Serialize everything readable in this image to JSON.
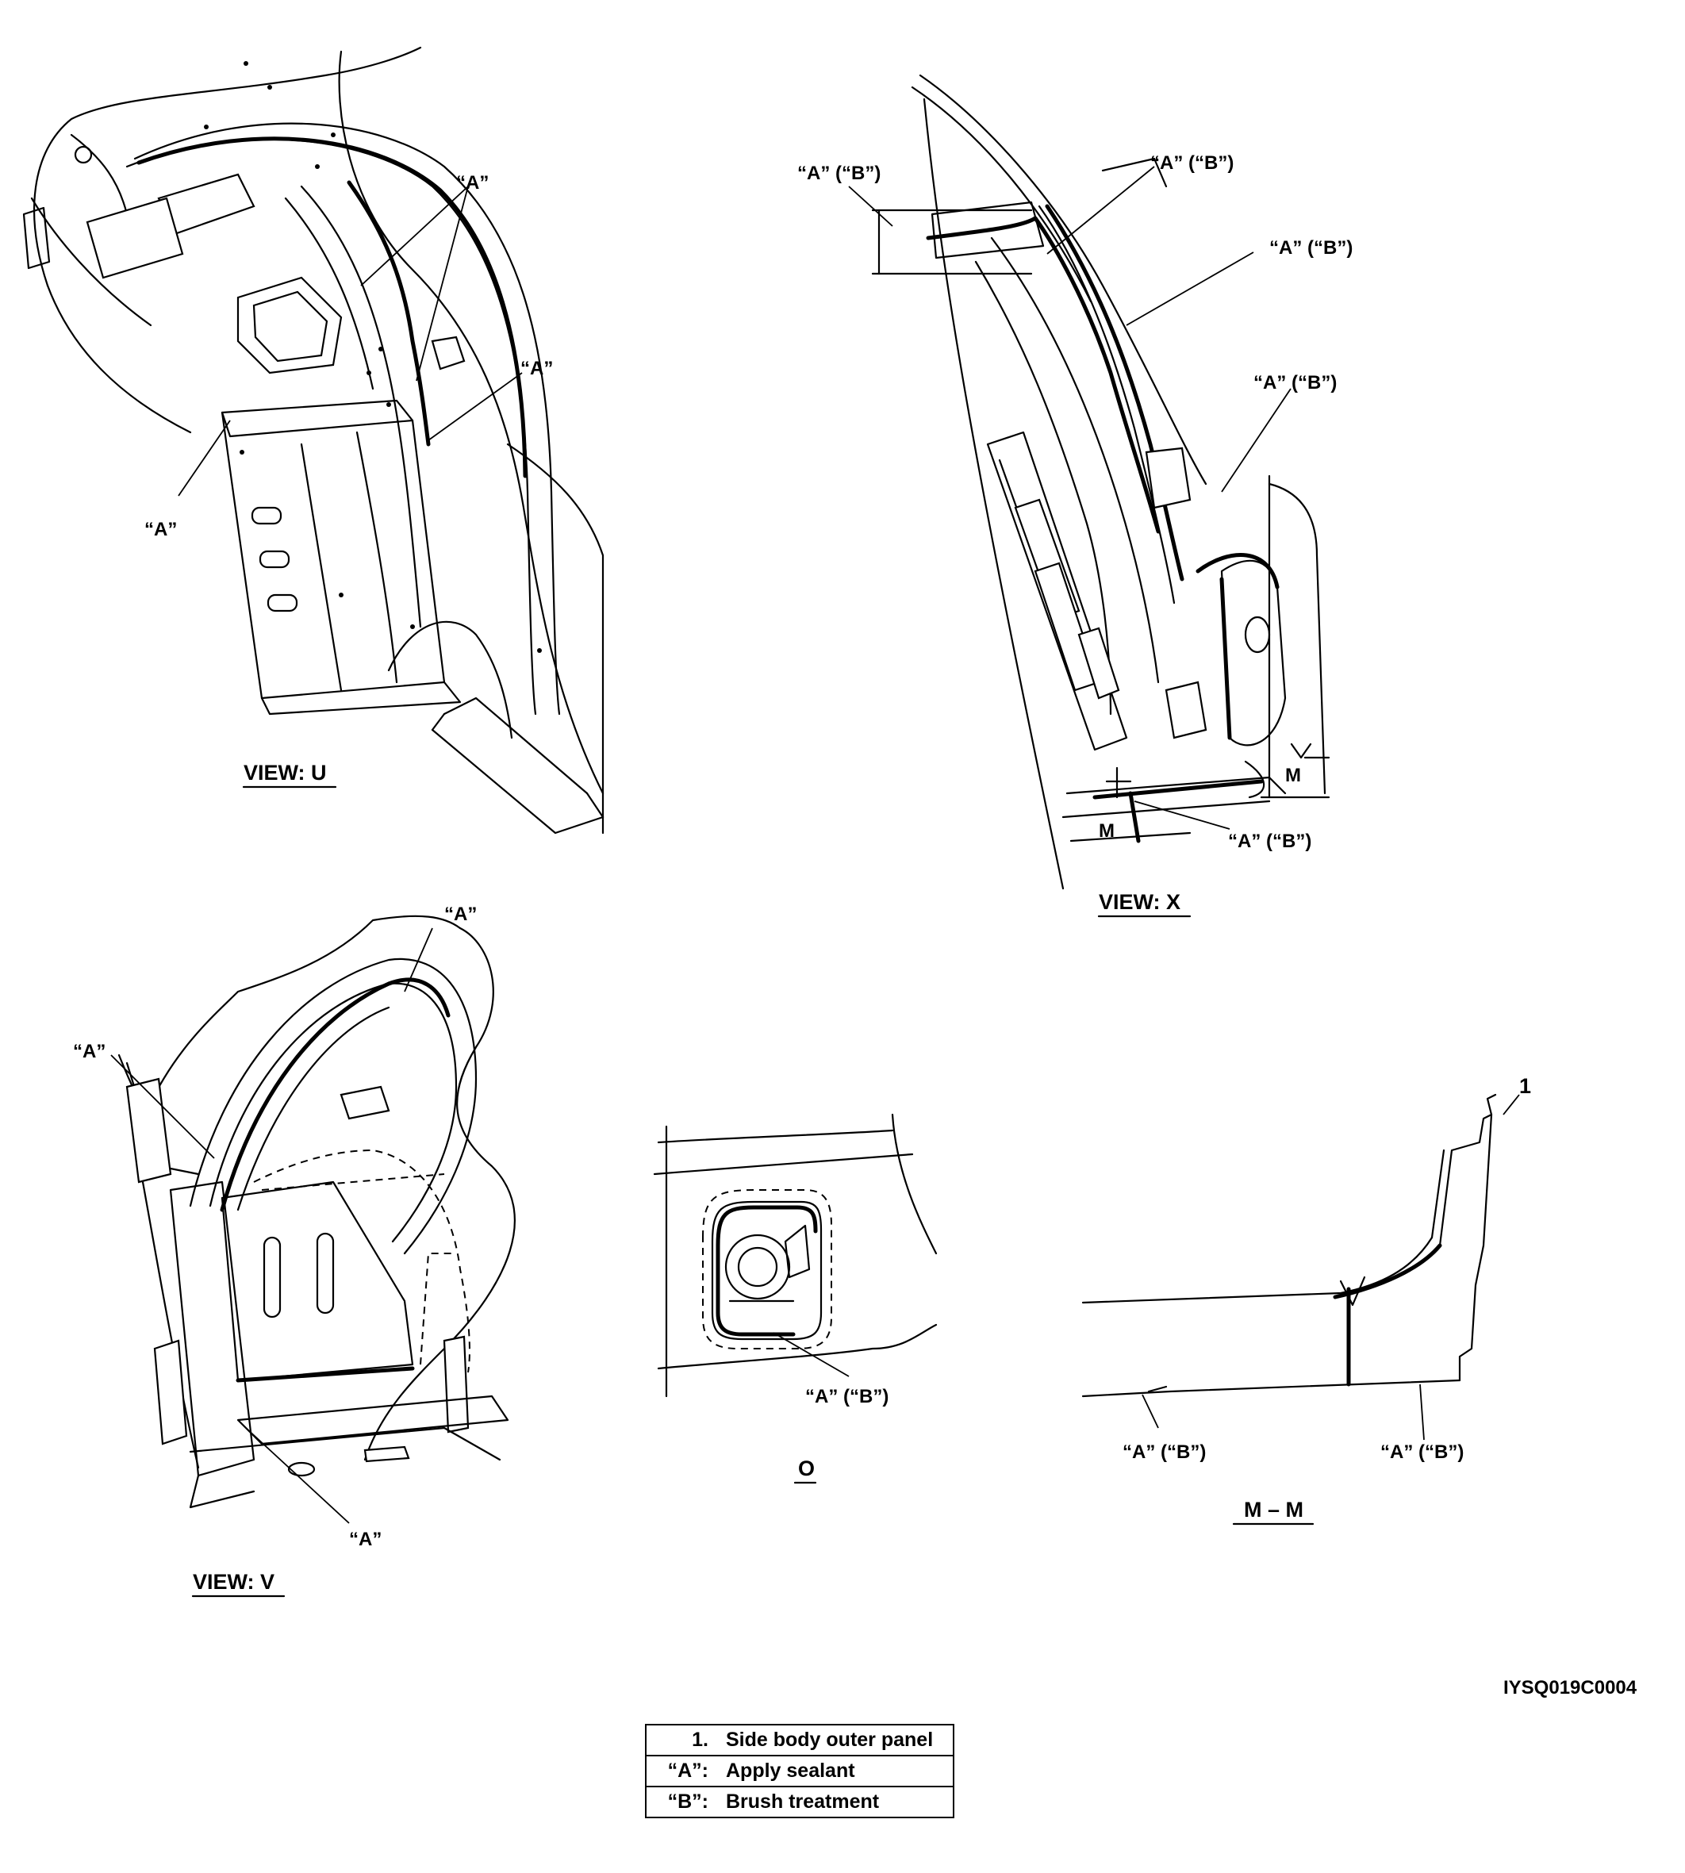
{
  "views": {
    "u": {
      "title": "VIEW: U",
      "labels": [
        "“A”",
        "“A”",
        "“A”"
      ]
    },
    "x": {
      "title": "VIEW: X",
      "labels": [
        "“A” (“B”)",
        "“A” (“B”)",
        "“A” (“B”)",
        "“A” (“B”)",
        "“A” (“B”)"
      ],
      "section_marks": [
        "M",
        "M"
      ]
    },
    "v": {
      "title": "VIEW: V",
      "labels": [
        "“A”",
        "“A”",
        "“A”"
      ]
    },
    "o": {
      "title": "O",
      "labels": [
        "“A” (“B”)"
      ]
    },
    "mm": {
      "title": "M – M",
      "labels": [
        "“A” (“B”)",
        "“A” (“B”)"
      ],
      "callout": "1"
    }
  },
  "figure_id": "IYSQ019C0004",
  "legend": [
    {
      "key": "1.",
      "text": "Side body outer panel"
    },
    {
      "key": "“A”:",
      "text": "Apply sealant"
    },
    {
      "key": "“B”:",
      "text": "Brush treatment"
    }
  ]
}
